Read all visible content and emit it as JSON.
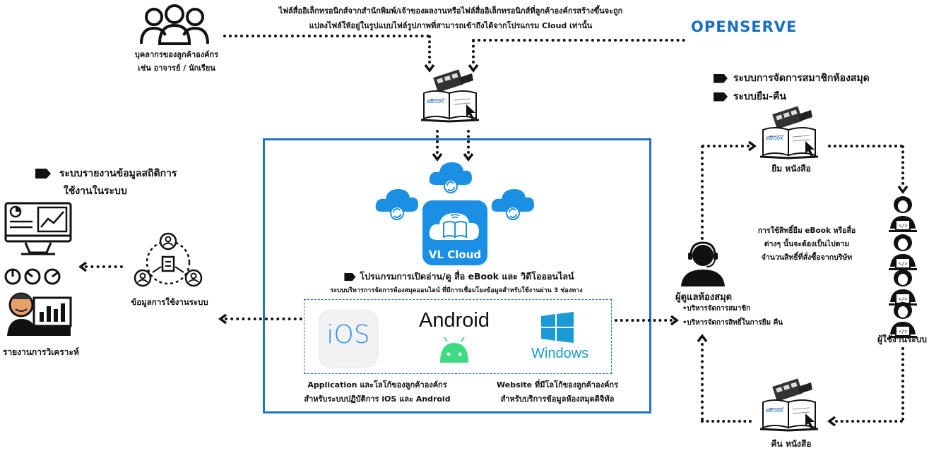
{
  "top": {
    "source_text_line1": "ไฟล์สื่ออิเล็กทรอนิกส์จากสำนักพิมพ์/เจ้าของผลงานหรือไฟล์สื่ออิเล็กทรอนิกส์ที่ลูกค้าองค์กรสร้างขึ้นจะถูก",
    "source_text_line2": "แปลงไฟล์ให้อยู่ในรูปแบบไฟล์รูปภาพที่สามารถเข้าถึงได้จากโปรแกรม Cloud เท่านั้น",
    "people_label_line1": "บุคลากรของลูกค้าองค์กร",
    "people_label_line2": "เช่น อาจารย์ / นักเรียน",
    "openserve_logo": "OPENSERVE"
  },
  "center": {
    "vl_cloud_label": "VL Cloud",
    "program_title": "โปรแกรมการเปิดอ่าน/ดู สื่อ eBook และ วิดีโอออนไลน์",
    "program_subtitle": "ระบบบริหารการจัดการห้องสมุดออนไลน์ ที่มีการเชื่อมโยงข้อมูลสำหรับใช้งานผ่าน 3 ช่องทาง",
    "ios_label": "iOS",
    "android_label": "Android",
    "windows_label": "Windows",
    "app_caption_line1": "Application และโลโก้ของลูกค้าองค์กร",
    "app_caption_line2": "สำหรับระบบปฏิบัติการ iOS และ Android",
    "web_caption_line1": "Website ที่มีโลโก้ของลูกค้าองค์กร",
    "web_caption_line2": "สำหรับบริการข้อมูลห้องสมุดดิจิทัล"
  },
  "left": {
    "stats_title_line1": "ระบบรายงานข้อมูลสถิติการ",
    "stats_title_line2": "ใช้งานในระบบ",
    "usage_data_label": "ข้อมูลการใช้งานระบบ",
    "analysis_label": "รายงานการวิเคราะห์"
  },
  "right": {
    "system1": "ระบบการจัดการสมาชิกห้องสมุด",
    "system2": "ระบบยืม-คืน",
    "borrow_label": "ยืม หนังสือ",
    "return_label": "คืน หนังสือ",
    "rights_line1": "การใช้สิทธิ์ยืม eBook หรือสื่อ",
    "rights_line2": "ต่างๆ นั้นจะต้องเป็นไปตาม",
    "rights_line3": "จำนวนสิทธิ์ที่สั่งซื้อจากบริษัท",
    "admin_label": "ผู้ดูแลห้องสมุด",
    "admin_duty1": "•บริหารจัดการสมาชิก",
    "admin_duty2": "•บริหารจัดการสิทธิ์ในการยืม คืน",
    "users_label": "ผู้ใช้งานระบบ"
  },
  "colors": {
    "frame_blue": "#1e73c8",
    "cloud_blue": "#1a8fe3",
    "android_green": "#3ddc84",
    "windows_blue": "#1a9ad6",
    "openserve_blue": "#1a6fc4"
  }
}
